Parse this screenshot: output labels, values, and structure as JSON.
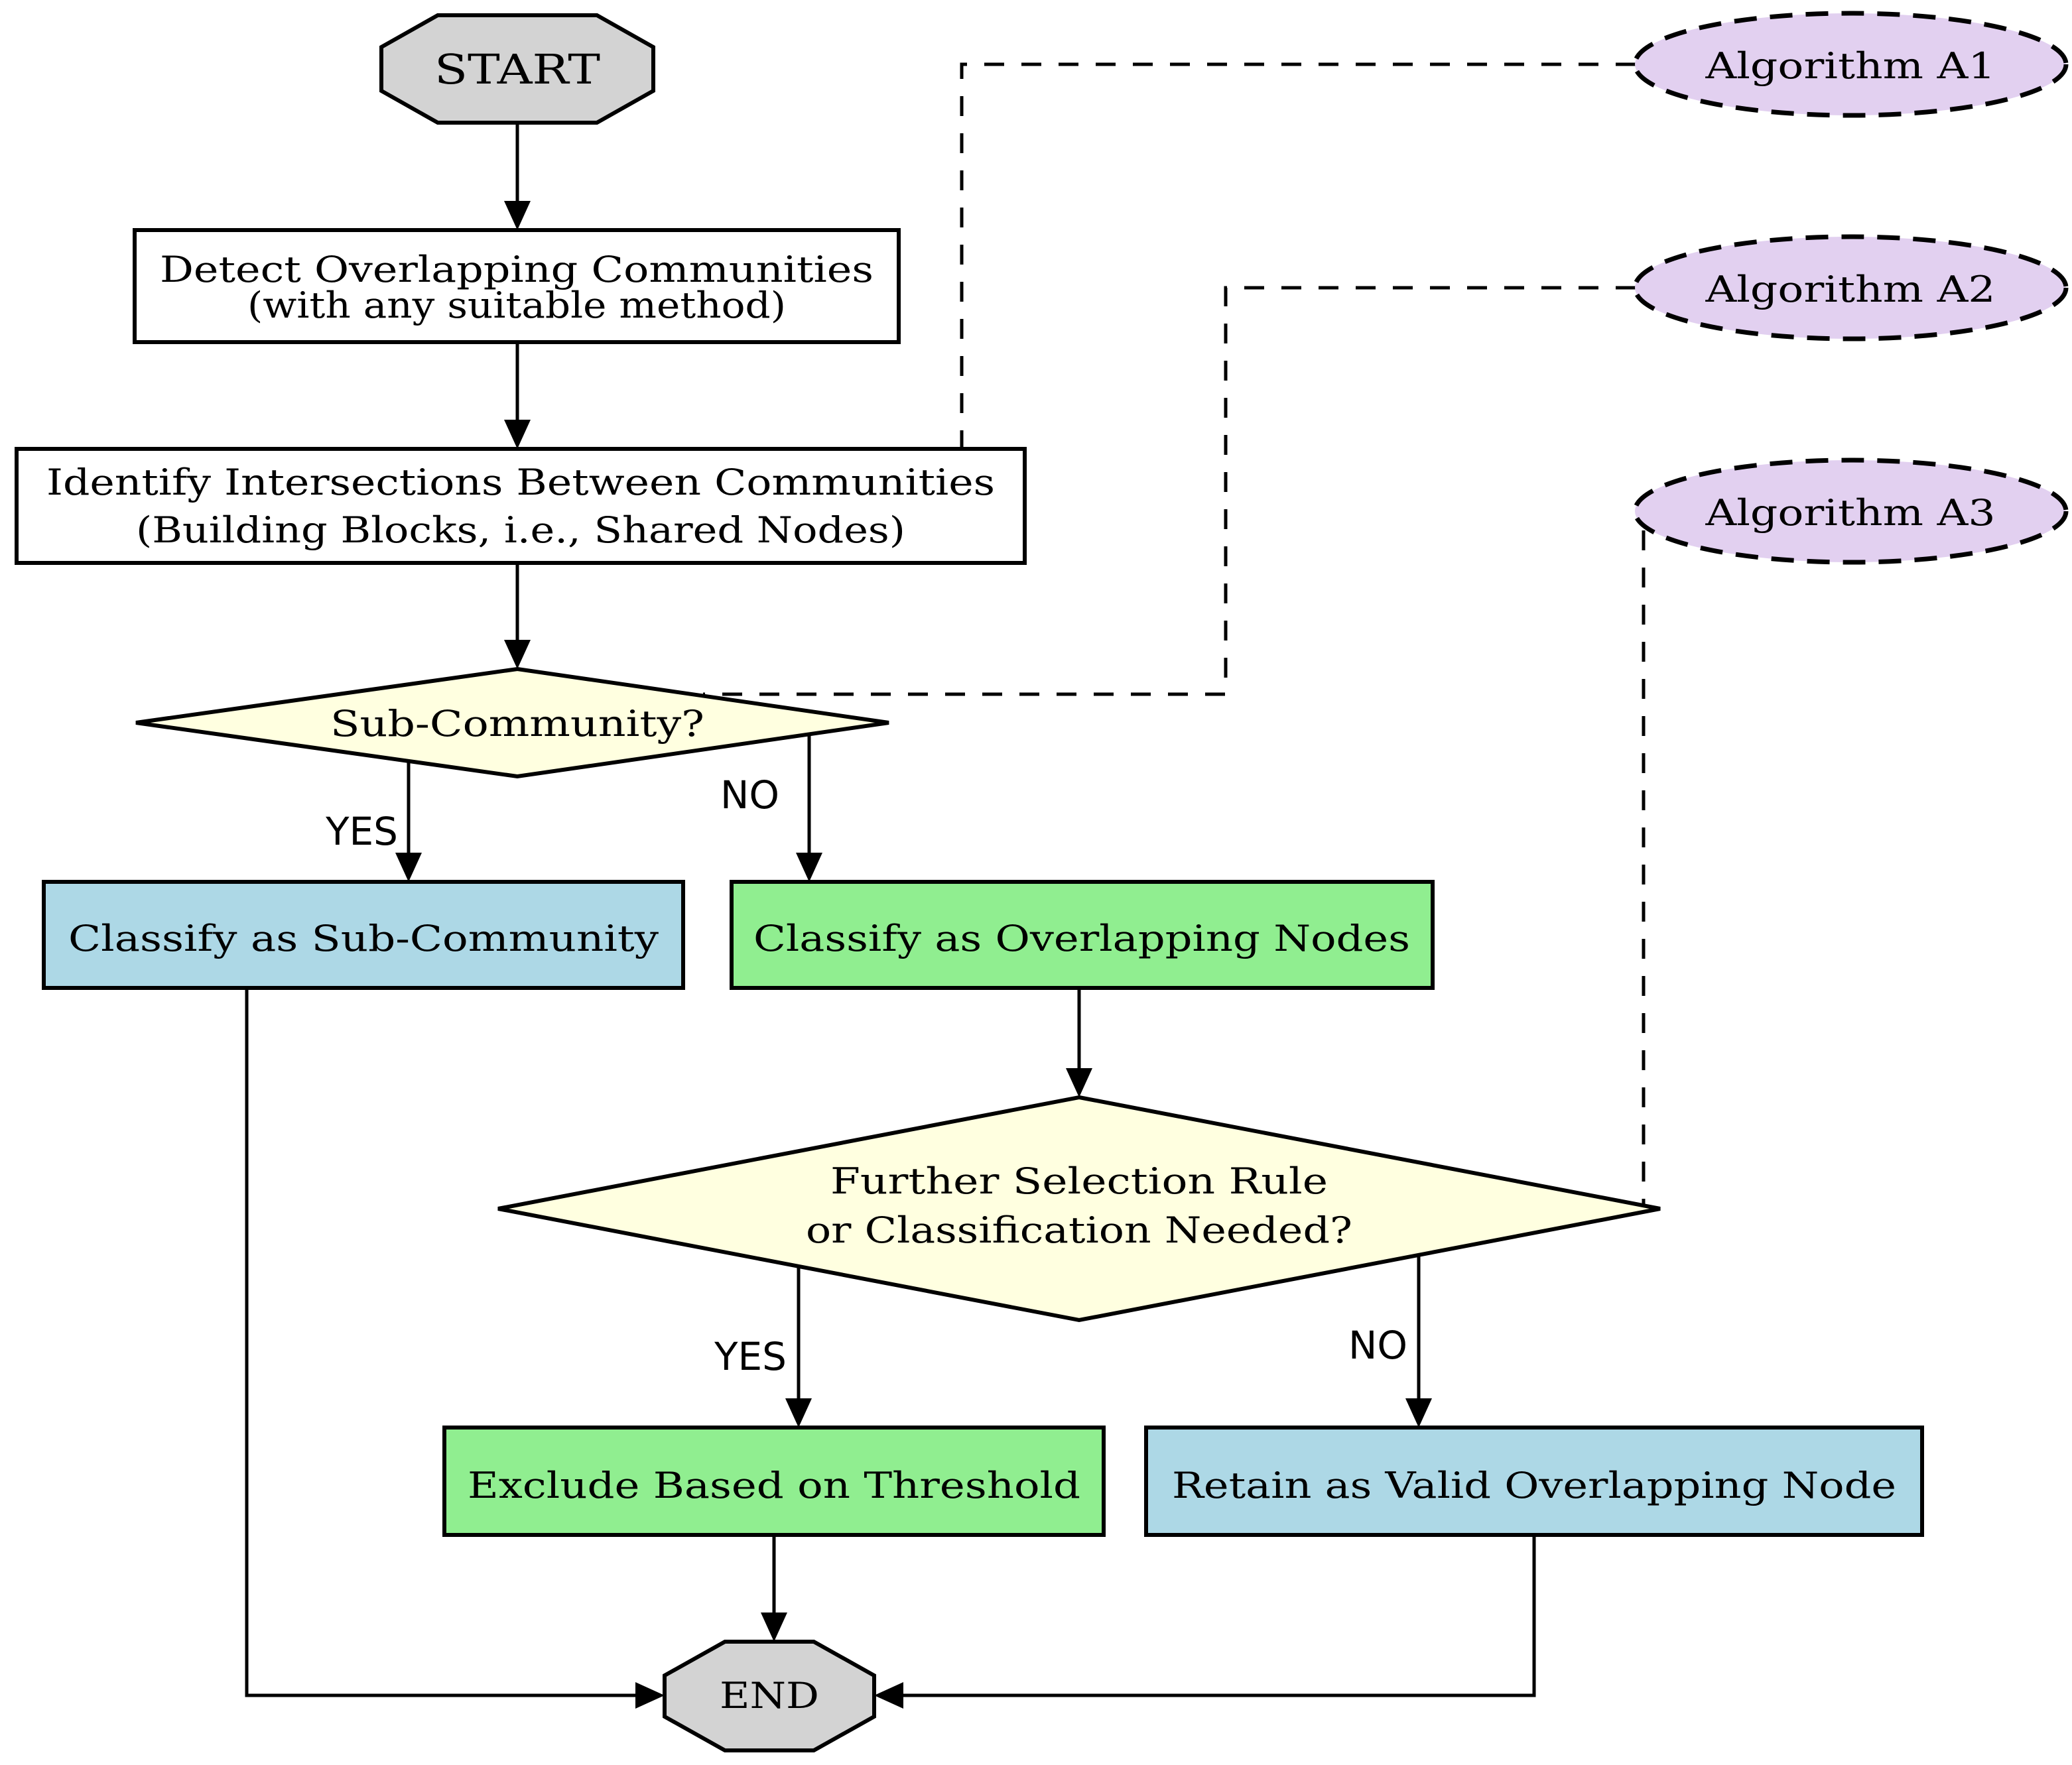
{
  "diagram": {
    "type": "flowchart",
    "title": "Overlapping community classification flowchart",
    "colors": {
      "terminator_fill": "#d3d3d3",
      "process_fill": "#ffffff",
      "decision_fill": "#ffffe0",
      "subcommunity_fill": "#add8e6",
      "overlap_fill": "#90ee90",
      "threshold_fill": "#90ee90",
      "retain_fill": "#add8e6",
      "algorithm_fill": "#e2d0f0",
      "line_color": "#000000"
    },
    "nodes": {
      "start": {
        "label": "START",
        "shape": "octagon"
      },
      "detect": {
        "shape": "rect",
        "line1": "Detect Overlapping Communities",
        "line2": "(with any suitable method)"
      },
      "identify": {
        "shape": "rect",
        "line1": "Identify Intersections Between Communities",
        "line2": "(Building Blocks, i.e., Shared Nodes)"
      },
      "sub_community_decision": {
        "label": "Sub-Community?",
        "shape": "diamond"
      },
      "classify_sub": {
        "label": "Classify as Sub-Community",
        "shape": "rect"
      },
      "classify_overlap": {
        "label": "Classify as Overlapping Nodes",
        "shape": "rect"
      },
      "further_decision": {
        "shape": "diamond",
        "line1": "Further Selection Rule",
        "line2": "or Classification Needed?"
      },
      "exclude": {
        "label": "Exclude Based on Threshold",
        "shape": "rect"
      },
      "retain": {
        "label": "Retain as Valid Overlapping Node",
        "shape": "rect"
      },
      "end": {
        "label": "END",
        "shape": "octagon"
      },
      "algorithm_a1": {
        "label": "Algorithm A1",
        "shape": "ellipse"
      },
      "algorithm_a2": {
        "label": "Algorithm A2",
        "shape": "ellipse"
      },
      "algorithm_a3": {
        "label": "Algorithm A3",
        "shape": "ellipse"
      }
    },
    "edge_labels": {
      "sub_yes": "YES",
      "sub_no": "NO",
      "further_yes": "YES",
      "further_no": "NO"
    }
  }
}
